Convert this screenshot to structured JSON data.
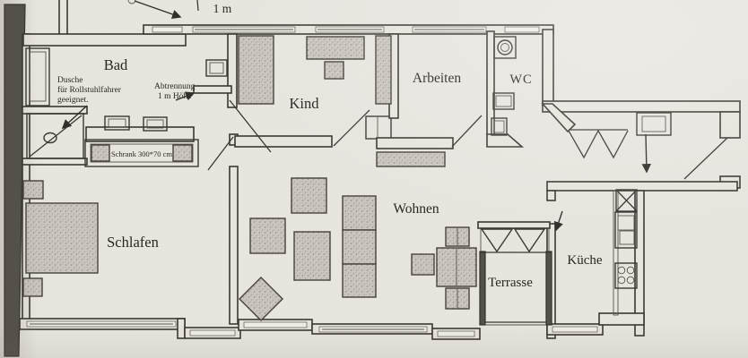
{
  "plan": {
    "scale_label": "1 m",
    "rooms": {
      "bad": "Bad",
      "kind": "Kind",
      "arbeiten": "Arbeiten",
      "wc": "WC",
      "schlafen": "Schlafen",
      "wohnen": "Wohnen",
      "terrasse": "Terrasse",
      "kueche": "Küche"
    },
    "annotations": {
      "dusche_line1": "Dusche",
      "dusche_line2": "für Rollstuhlfahrer",
      "dusche_line3": "geeignet.",
      "abtrennung_line1": "Abtrennung",
      "abtrennung_line2": "1 m Höhe",
      "schrank": "Schrank 300*70 cm"
    },
    "colors": {
      "paper": "#eae7e1",
      "ink": "#3b3833",
      "furniture": "#c9c5be",
      "wall_fill": "#e7e4dd",
      "dark_wall": "#54504a"
    }
  }
}
